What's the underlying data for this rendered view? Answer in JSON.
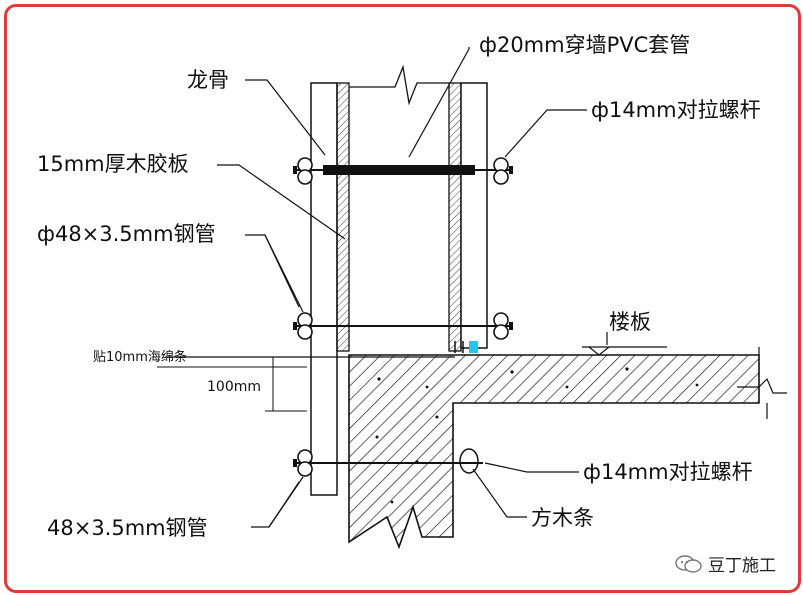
{
  "labels": {
    "keel": "龙骨",
    "pvc_sleeve": "ф20mm穿墙PVC套管",
    "tie_rod_top": "ф14mm对拉螺杆",
    "plywood": "15mm厚木胶板",
    "steel_pipe_top": "ф48×3.5mm钢管",
    "floor_slab": "楼板",
    "sponge_strip": "贴10mm海绵条",
    "dim_100": "100mm",
    "tie_rod_bottom": "ф14mm对拉螺杆",
    "timber_strip": "方木条",
    "steel_pipe_bottom": "48×3.5mm钢管"
  },
  "watermark": {
    "text": "豆丁施工",
    "icon": "wechat-icon"
  },
  "colors": {
    "frame": "#e23a3a",
    "accent": "#1ec8f0",
    "line": "#111111"
  }
}
